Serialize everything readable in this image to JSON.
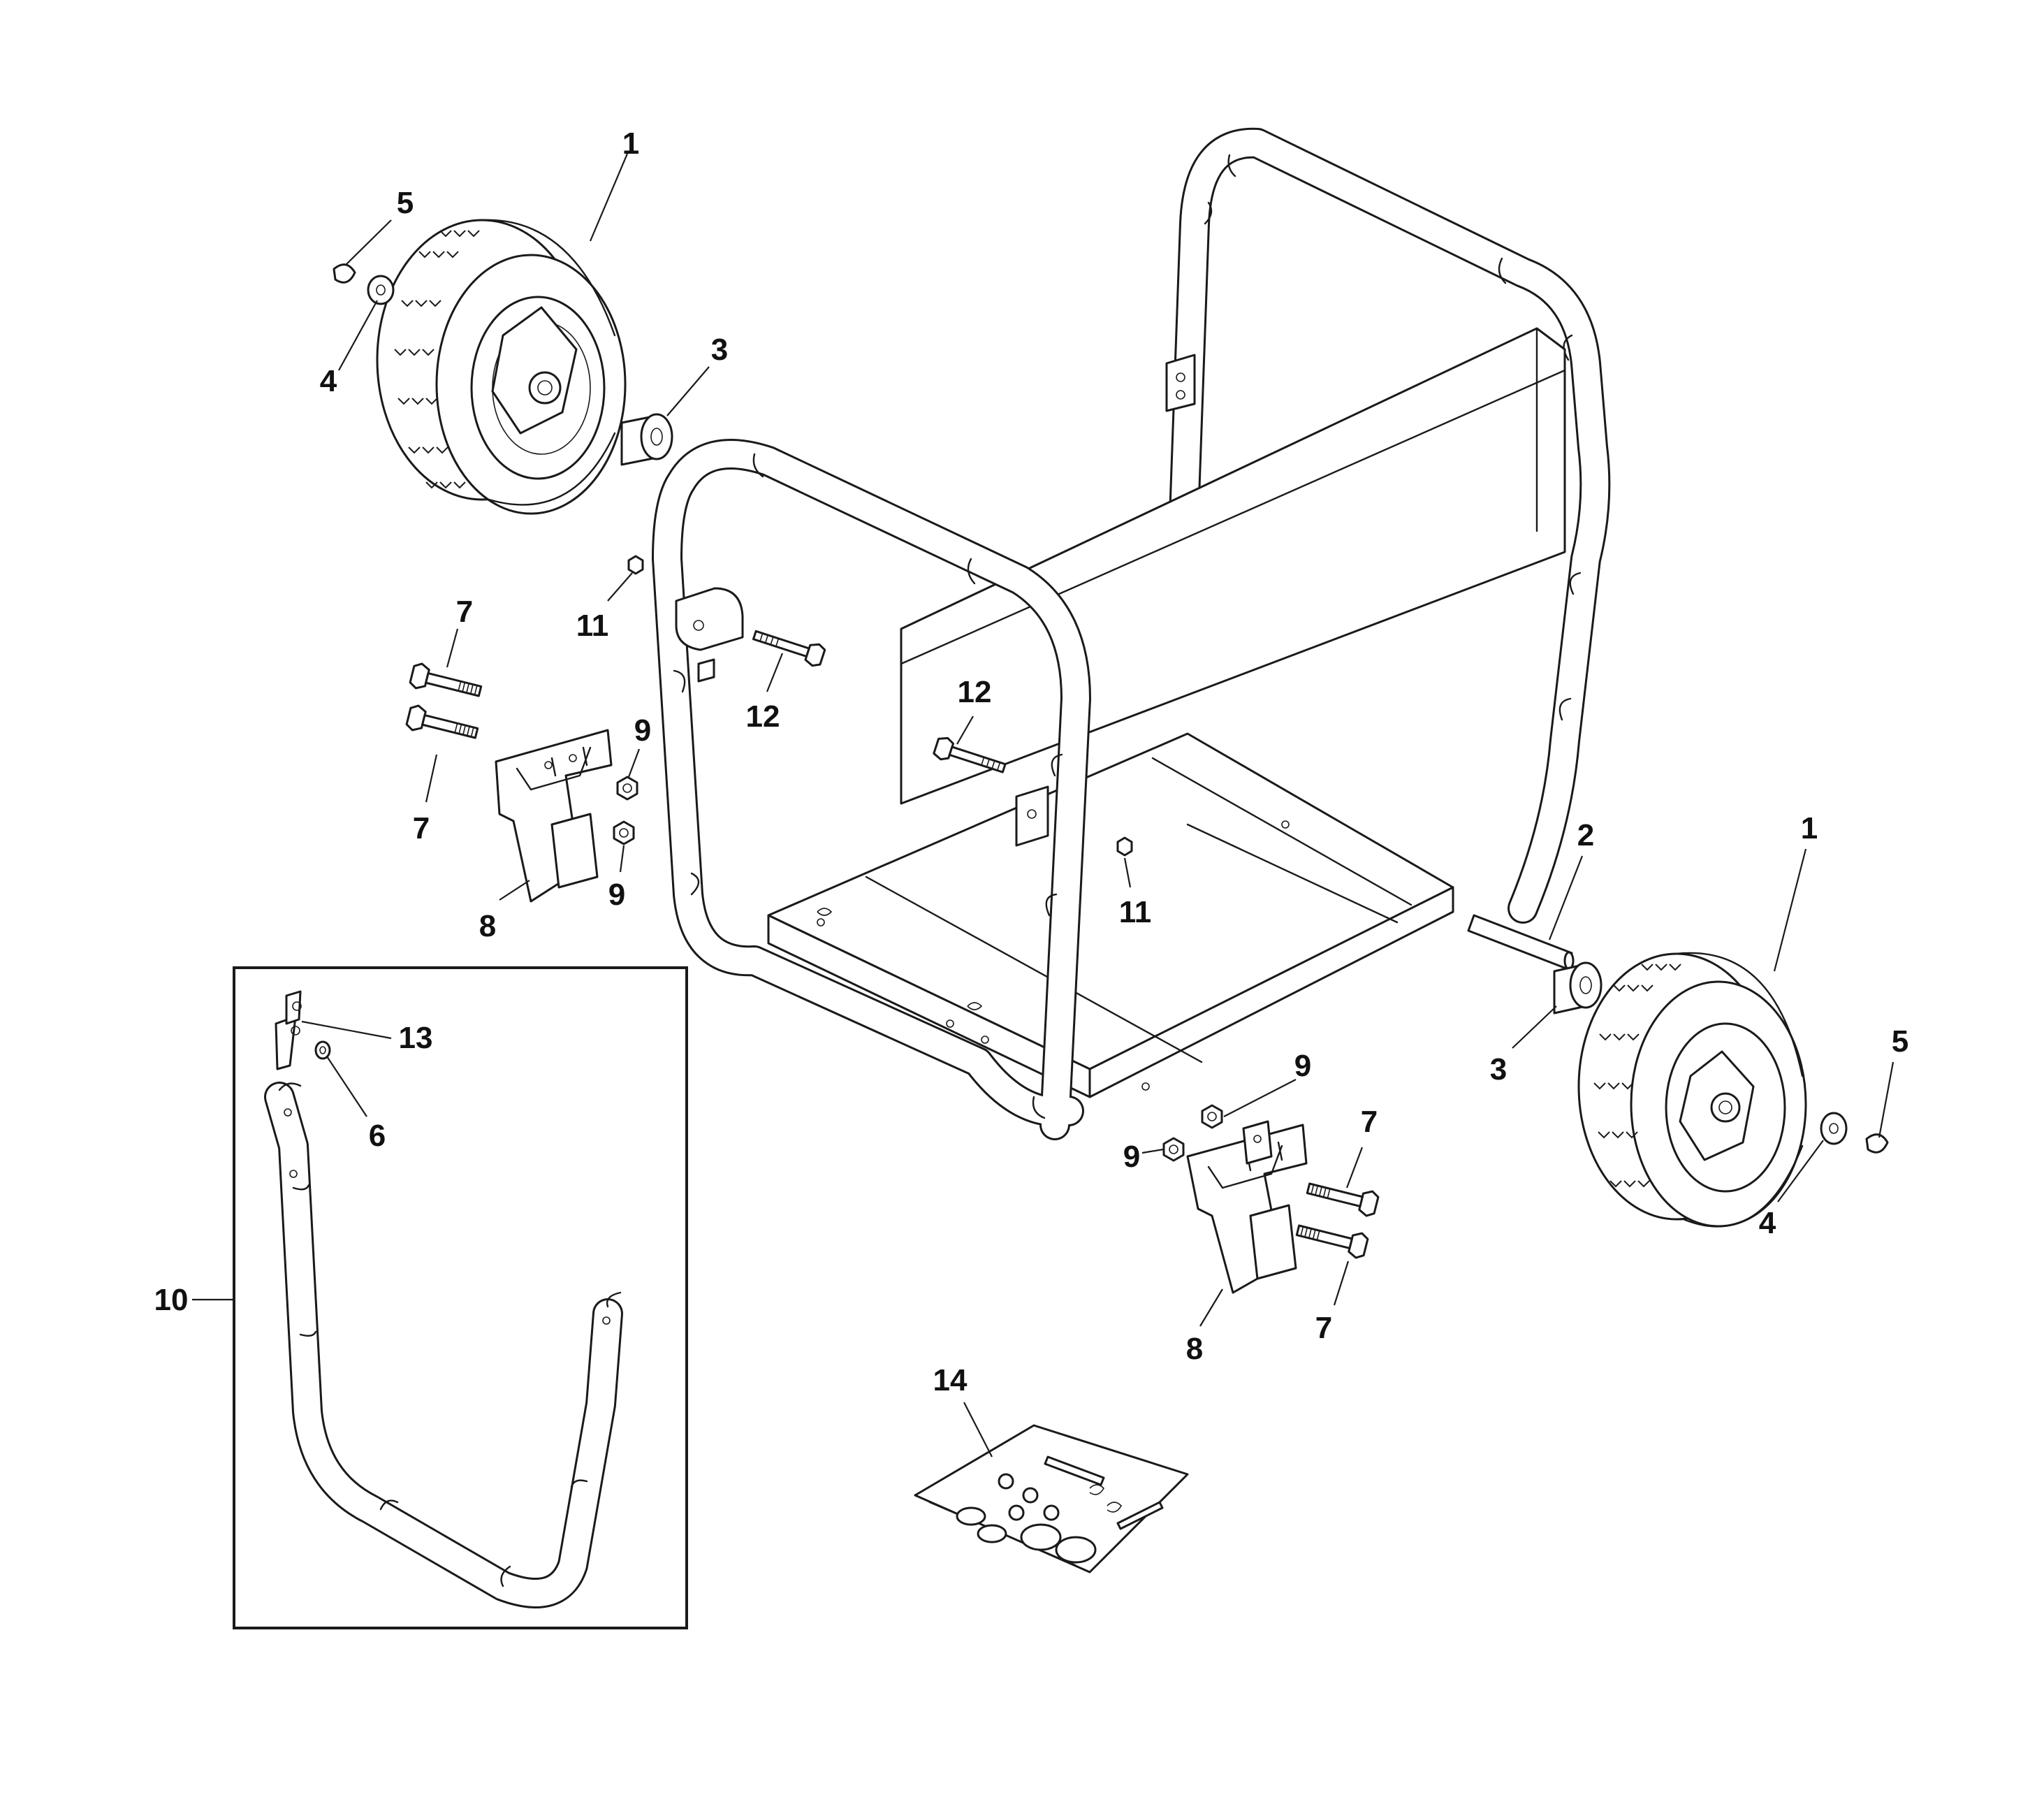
{
  "diagram": {
    "type": "exploded-parts-view",
    "callouts": {
      "wheel_left": "1",
      "wheel_right": "1",
      "axle": "2",
      "spacer_left": "3",
      "spacer_right": "3",
      "washer_left": "4",
      "washer_right": "4",
      "clip_left": "5",
      "clip_right": "5",
      "handle_washer": "6",
      "bolt_left_top": "7",
      "bolt_left_bottom": "7",
      "bolt_right_top": "7",
      "bolt_right_bottom": "7",
      "foot_left": "8",
      "foot_right": "8",
      "nut_left_top": "9",
      "nut_left_bottom": "9",
      "nut_right_top": "9",
      "nut_right_bottom": "9",
      "handle_assembly": "10",
      "locknut_upper": "11",
      "locknut_lower": "11",
      "handle_bolt_upper": "12",
      "handle_bolt_lower": "12",
      "handle_latch": "13",
      "hardware_bag": "14"
    }
  }
}
